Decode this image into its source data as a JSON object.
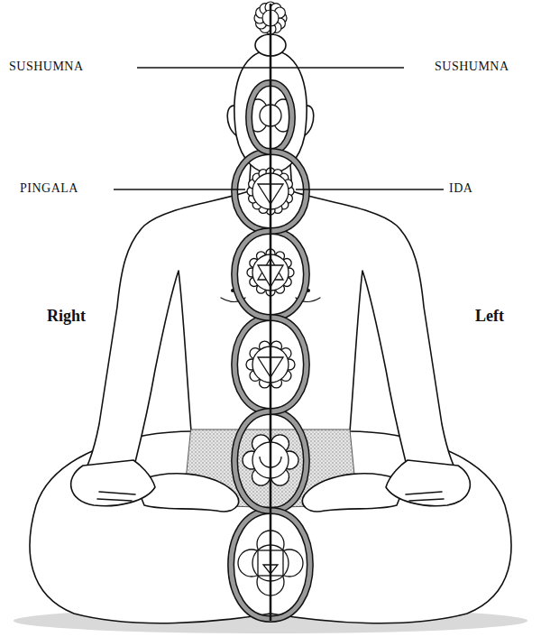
{
  "diagram": {
    "labels": [
      "SUSHUMNA",
      "SUSHUMNA",
      "PINGALA",
      "IDA",
      "Right",
      "Left"
    ]
  }
}
